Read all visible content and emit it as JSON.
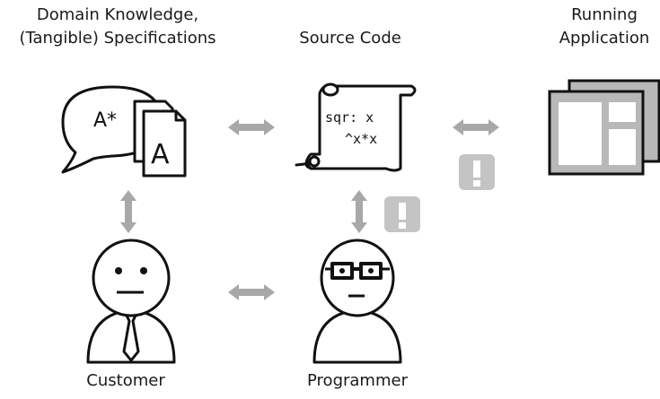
{
  "labels": {
    "domain_line1": "Domain Knowledge,",
    "domain_line2": "(Tangible) Specifications",
    "source_code": "Source Code",
    "running_line1": "Running",
    "running_line2": "Application",
    "customer": "Customer",
    "programmer": "Programmer"
  },
  "glyphs": {
    "speech_text": "A*",
    "doc_letter": "A",
    "code_line1": "sqr: x",
    "code_line2": "^x*x",
    "warning_mark": "!"
  },
  "icons": {
    "spec": "speech-bubble-with-documents-icon",
    "source": "scroll-icon",
    "app": "application-windows-icon",
    "customer": "customer-person-icon",
    "programmer": "programmer-person-icon",
    "arrows": "double-arrow-icon",
    "warning": "warning-icon"
  },
  "colors": {
    "arrow": "#a8a8a8",
    "warning_bg": "#c4c4c4",
    "window_fill": "#b8b8b8",
    "line": "#111111"
  }
}
